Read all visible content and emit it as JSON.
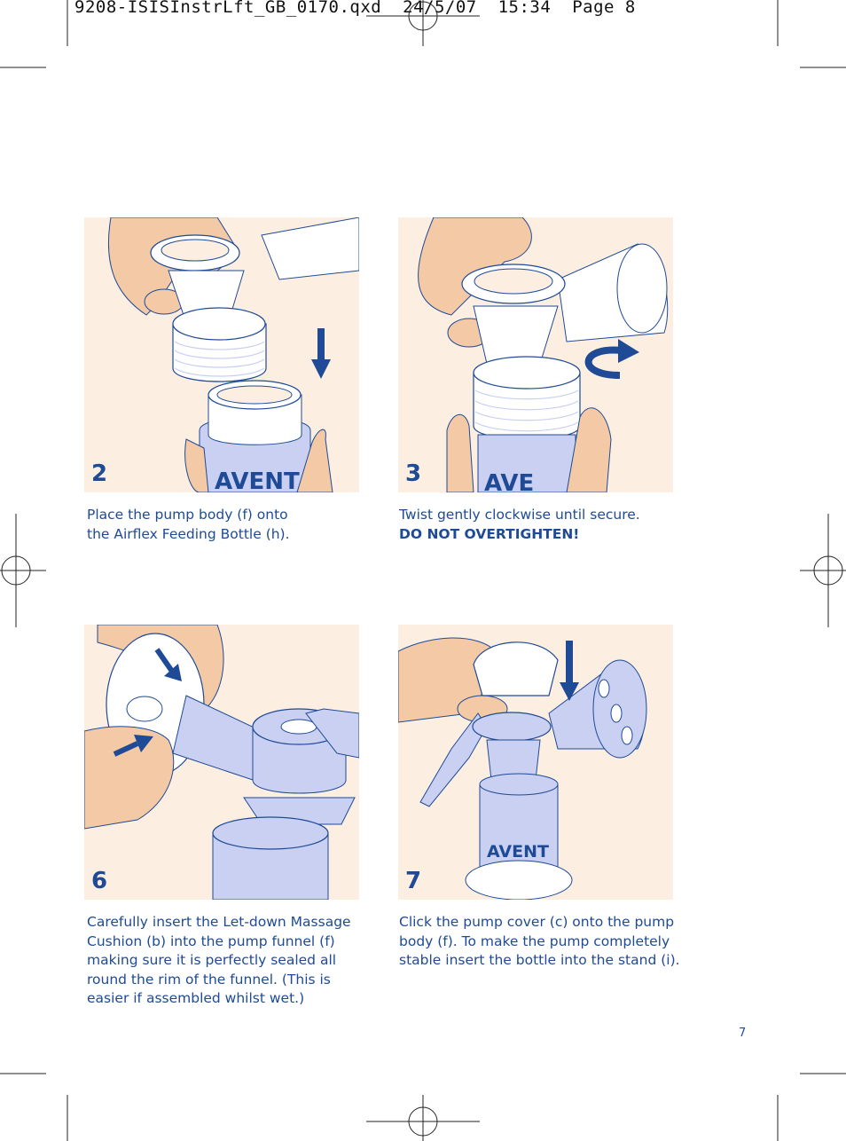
{
  "slug": {
    "file": "9208-ISISInstrLft_GB_0170.qxd",
    "date": "24/5/07",
    "time": "15:34",
    "page_label": "Page 8"
  },
  "steps": [
    {
      "number": "2",
      "lines": [
        "Place the pump body (f) onto",
        "the Airflex Feeding Bottle (h)."
      ]
    },
    {
      "number": "3",
      "lines": [
        "Twist gently clockwise until secure."
      ],
      "warning": "DO NOT OVERTIGHTEN!"
    },
    {
      "number": "6",
      "lines": [
        "Carefully insert the Let-down Massage",
        "Cushion (b) into the pump funnel (f)",
        "making sure it is perfectly sealed all",
        "round the rim of the funnel. (This is",
        "easier if assembled whilst wet.)"
      ]
    },
    {
      "number": "7",
      "lines": [
        "Click the pump cover (c) onto the pump",
        "body (f). To make the pump completely",
        "stable insert the bottle into the stand (i)."
      ]
    }
  ],
  "brand_logo": "AVENT",
  "page_number": "7",
  "colors": {
    "text": "#1e4a96",
    "panel_bg": "#fdeee2",
    "skin": "#f3c9a6",
    "pump": "#c9d0f2",
    "arrow": "#1e4a96"
  },
  "icons": [
    "down-arrow-icon",
    "clockwise-arrow-icon",
    "crop-mark-icon",
    "registration-mark-icon"
  ]
}
